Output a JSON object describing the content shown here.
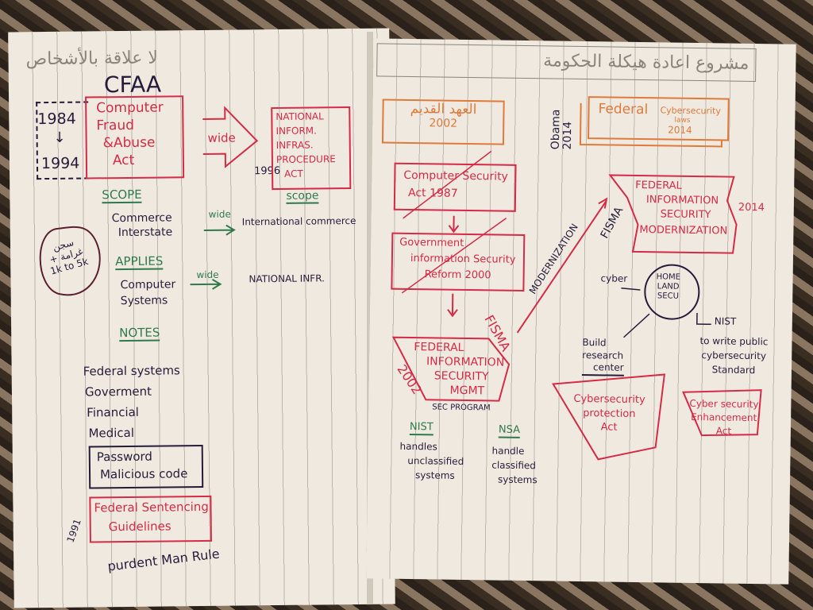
{
  "left": {
    "arabic_header": "لا علاقة بالأشخاص",
    "title": "CFAA",
    "years": [
      "1984",
      "1994"
    ],
    "cfaa_box": [
      "Computer",
      "Fraud",
      "&Abuse",
      "Act"
    ],
    "wide": "wide",
    "year_1996": "1996",
    "niipa_box": [
      "NATIONAL",
      "INFORM.",
      "INFRAS.",
      "PROCEDURE",
      "ACT"
    ],
    "scope": "SCOPE",
    "scope_right": "scope",
    "scope_items": [
      "Commerce",
      "Interstate"
    ],
    "scope_wide": "International commerce",
    "applies": "APPLIES",
    "applies_items": [
      "Computer",
      "Systems"
    ],
    "applies_wide": "NATIONAL INFR.",
    "penalty_bubble": [
      "سجن",
      "+ غرامة",
      "1k to 5k"
    ],
    "notes": "NOTES",
    "notes_items": [
      "Federal systems",
      "Goverment",
      "Financial",
      "Medical"
    ],
    "notes_boxed": [
      "Password",
      "Malicious code"
    ],
    "sentencing_box": [
      "Federal Sentencing",
      "Guidelines"
    ],
    "year_1991": "1991",
    "prudent": "purdent Man Rule"
  },
  "right": {
    "arabic_header": "مشروع اعادة هيكلة الحكومة",
    "old_era": [
      "العهد القديم",
      "2002"
    ],
    "csa_box": [
      "Computer Security",
      "Act 1987"
    ],
    "gisra_box": [
      "Government",
      "information Security",
      "Reform 2000"
    ],
    "fisma_box": [
      "FEDERAL",
      "INFORMATION",
      "SECURITY",
      "MGMT"
    ],
    "fisma_label": "FISMA",
    "fisma_year": "2002",
    "sec_program": "SEC PROGRAM",
    "nist": "NIST",
    "nist_desc": [
      "handles",
      "unclassified",
      "systems"
    ],
    "nsa": "NSA",
    "nsa_desc": [
      "handle",
      "classified",
      "systems"
    ],
    "modernization": "MODERNIZATION",
    "obama": [
      "Obama",
      "2014"
    ],
    "fed_cyber_box": [
      "Federal",
      "Cybersecurity",
      "laws",
      "2014"
    ],
    "fisma2_box": [
      "FEDERAL",
      "INFORMATION",
      "SECURITY",
      "MODERNIZATION"
    ],
    "fisma2_label": "FISMA",
    "fisma2_year": "2014",
    "cyber": "cyber",
    "homeland": [
      "HOME",
      "LAND",
      "SECU"
    ],
    "nist2": "NIST",
    "nist2_desc": [
      "to write public",
      "cybersecurity",
      "Standard"
    ],
    "build": [
      "Build",
      "research",
      "center"
    ],
    "cpa_box": [
      "Cybersecurity",
      "protection",
      "Act"
    ],
    "cea_box": [
      "Cyber security",
      "Enhancement",
      "Act"
    ]
  }
}
